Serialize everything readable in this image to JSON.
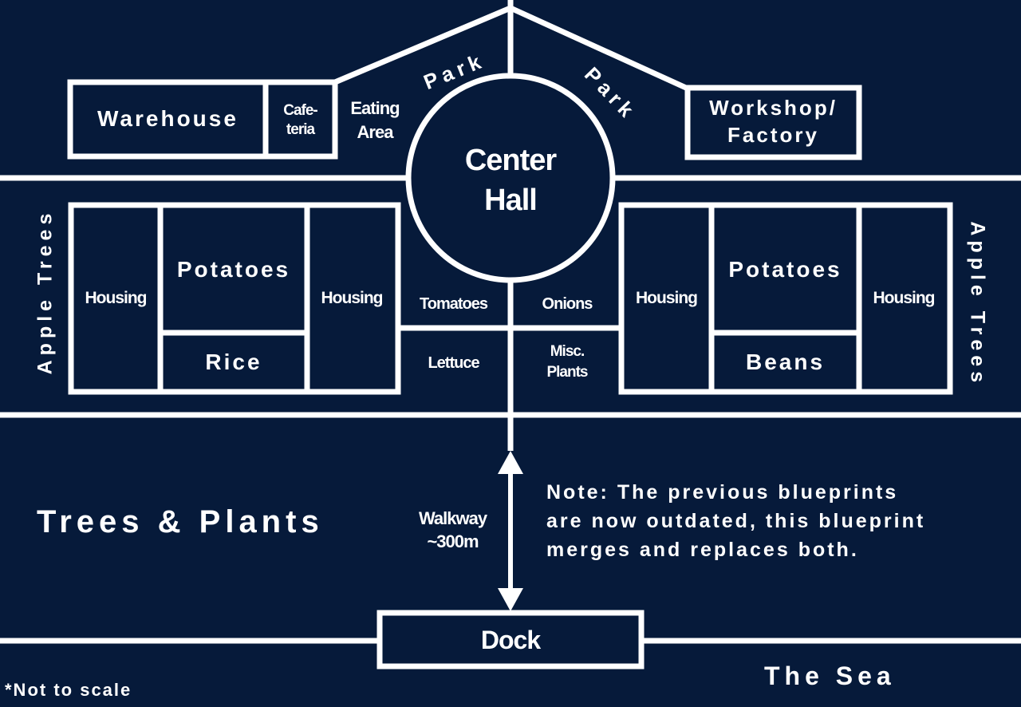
{
  "colors": {
    "background": "#061a3a",
    "lines": "#ffffff"
  },
  "buildings": {
    "warehouse": "Warehouse",
    "cafeteria_line1": "Cafe-",
    "cafeteria_line2": "teria",
    "eating_line1": "Eating",
    "eating_line2": "Area",
    "park_left": "Park",
    "park_right": "Park",
    "workshop_line1": "Workshop/",
    "workshop_line2": "Factory",
    "center_line1": "Center",
    "center_line2": "Hall"
  },
  "plots": {
    "apple_trees_left": "Apple Trees",
    "apple_trees_right": "Apple Trees",
    "housing_1": "Housing",
    "housing_2": "Housing",
    "housing_3": "Housing",
    "housing_4": "Housing",
    "potatoes_left": "Potatoes",
    "potatoes_right": "Potatoes",
    "rice": "Rice",
    "beans": "Beans",
    "tomatoes": "Tomatoes",
    "onions": "Onions",
    "lettuce": "Lettuce",
    "misc_line1": "Misc.",
    "misc_line2": "Plants"
  },
  "lower": {
    "trees_plants": "Trees & Plants",
    "walkway_line1": "Walkway",
    "walkway_line2": "~300m",
    "note_line1": "Note: The previous blueprints",
    "note_line2": "are now outdated, this blueprint",
    "note_line3": "merges and replaces both.",
    "dock": "Dock",
    "sea": "The Sea",
    "scale_note": "*Not to scale"
  }
}
